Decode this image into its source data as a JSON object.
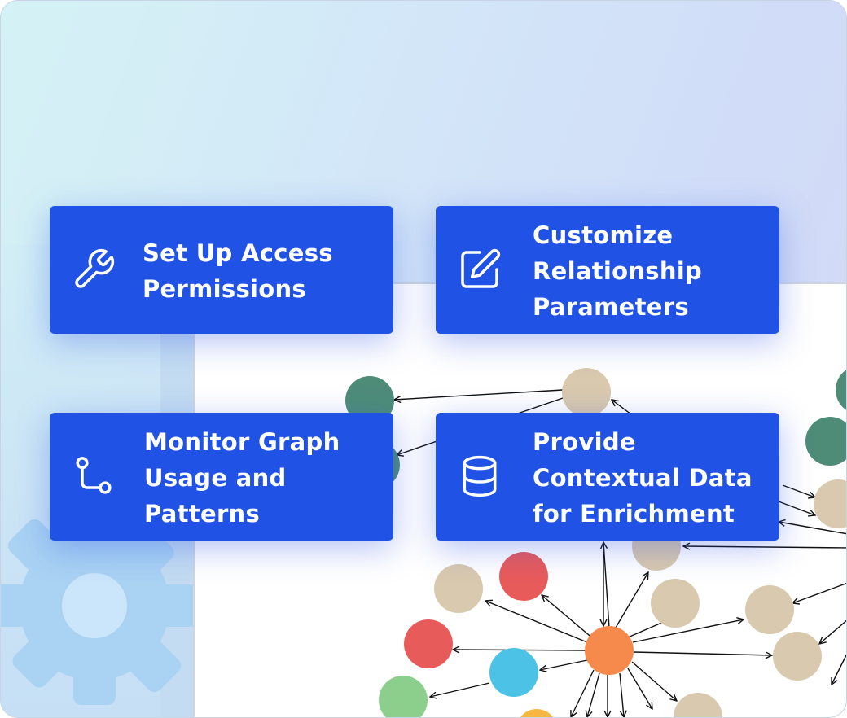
{
  "cards": [
    {
      "icon": "wrench-icon",
      "label": "Set Up Access\nPermissions"
    },
    {
      "icon": "edit-icon",
      "label": "Customize\nRelationship\nParameters"
    },
    {
      "icon": "branch-icon",
      "label": "Monitor Graph\nUsage and\nPatterns"
    },
    {
      "icon": "database-icon",
      "label": "Provide\nContextual Data\nfor Enrichment"
    }
  ],
  "colors": {
    "card": "#2152e6",
    "node_tan": "#d9c9ae",
    "node_green": "#4e8c78",
    "node_red": "#e85b5b",
    "node_orange": "#f58a4c",
    "node_cyan": "#4cc3e6",
    "node_lightgreen": "#8ccf8c"
  }
}
